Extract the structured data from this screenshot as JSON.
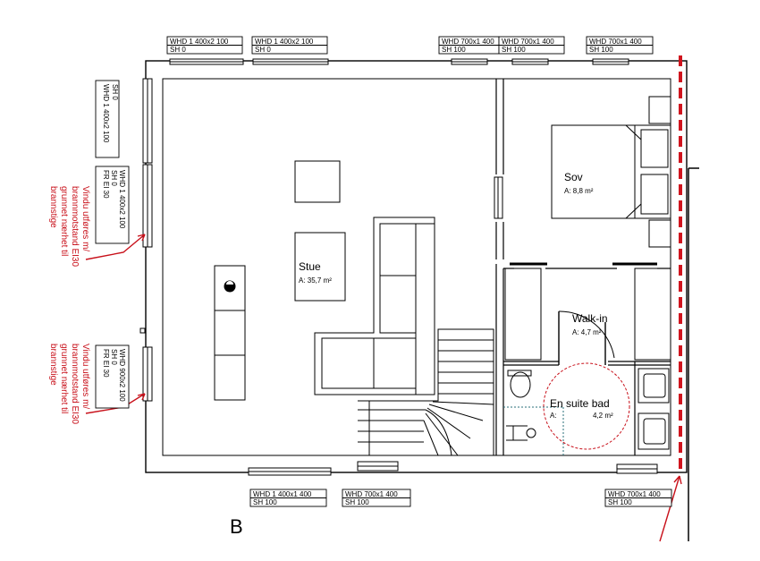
{
  "plan_label": "B",
  "colors": {
    "wall": "#000000",
    "annotation_red": "#c8101a",
    "fire_line": "#d0141e"
  },
  "rooms": [
    {
      "name": "Stue",
      "area": "A: 35,7 m²"
    },
    {
      "name": "Sov",
      "area": "A: 8,8 m²"
    },
    {
      "name": "Walk-in",
      "area": "A:    4,7 m²"
    },
    {
      "name": "En suite bad",
      "area_prefix": "A:",
      "area": "4,2 m²"
    }
  ],
  "windows_top": [
    {
      "whd": "WHD  1 400x2 100",
      "sh": "SH      0"
    },
    {
      "whd": "WHD  1 400x2 100",
      "sh": "SH      0"
    },
    {
      "whd": "WHD  700x1 400",
      "sh": "SH      100"
    },
    {
      "whd": "WHD  700x1 400",
      "sh": "SH      100"
    },
    {
      "whd": "WHD  700x1 400",
      "sh": "SH      100"
    }
  ],
  "windows_bottom": [
    {
      "whd": "WHD  1 400x1 400",
      "sh": "SH      100"
    },
    {
      "whd": "WHD  700x1 400",
      "sh": "SH      100"
    },
    {
      "whd": "WHD  700x1 400",
      "sh": "SH      100"
    }
  ],
  "windows_left": [
    {
      "whd": "WHD  1 400x2 100",
      "sh": "SH      0"
    },
    {
      "whd": "WHD  1 400x2 100",
      "sh": "SH      0",
      "fr": "FR      EI 30"
    },
    {
      "whd": "WHD  900x2 100",
      "sh": "SH      0",
      "fr": "FR      EI 30"
    }
  ],
  "notes": [
    [
      "Vindu utføres m/",
      "brannmotstand EI30",
      "grunnet nærhet til",
      "brannstige"
    ],
    [
      "Vindu utføres m/",
      "brannmotstand EI30",
      "grunnet nærhet til",
      "brannstige"
    ]
  ]
}
